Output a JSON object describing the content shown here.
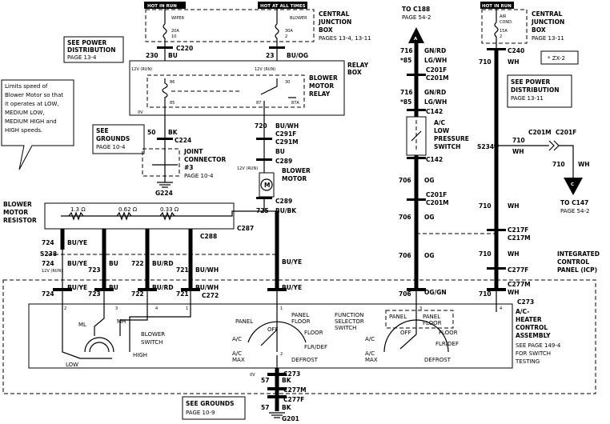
{
  "header": {
    "hot_in_run": "HOT IN RUN",
    "hot_at_all_times": "HOT AT ALL TIMES",
    "hot_in_run_right": "HOT IN RUN"
  },
  "cjb_left": {
    "title": [
      "CENTRAL",
      "JUNCTION",
      "BOX"
    ],
    "pages": "PAGES 13-4, 13-11",
    "fuse_wiper": [
      "WIPER",
      "20A",
      "10"
    ],
    "fuse_blower": [
      "BLOWER",
      "30A",
      "2"
    ]
  },
  "cjb_right": {
    "title": [
      "CENTRAL",
      "JUNCTION",
      "BOX"
    ],
    "pages": "PAGE 13-11",
    "fuse": [
      "AIR",
      "COND.",
      "15A",
      "2"
    ]
  },
  "notes": {
    "see_power_left": [
      "SEE POWER",
      "DISTRIBUTION"
    ],
    "see_power_left_page": "PAGE 13-4",
    "see_power_right": [
      "SEE POWER",
      "DISTRIBUTION"
    ],
    "see_power_right_page": "PAGE 13-11",
    "see_grounds_top": [
      "SEE",
      "GROUNDS"
    ],
    "see_grounds_top_page": "PAGE 10-4",
    "see_grounds_bottom": "SEE GROUNDS",
    "see_grounds_bottom_page": "PAGE 10-9",
    "zx2": "* ZX-2",
    "callout": [
      "Limits speed of",
      "Blower Motor so that",
      "it operates at LOW,",
      "MEDIUM LOW,",
      "MEDIUM HIGH and",
      "HIGH speeds."
    ]
  },
  "relay": {
    "label": [
      "RELAY",
      "BOX"
    ],
    "motor_relay": [
      "BLOWER",
      "MOTOR",
      "RELAY"
    ],
    "pins": [
      "86",
      "85",
      "30",
      "87",
      "87A"
    ],
    "v12": "12V (RUN)",
    "v0": "0V"
  },
  "joint_connector": {
    "label": [
      "JOINT",
      "CONNECTOR",
      "#3"
    ],
    "page": "PAGE 10-4",
    "ground": "G224"
  },
  "blower_motor": {
    "label": [
      "BLOWER",
      "MOTOR"
    ],
    "symbol": "M",
    "v12": "12V (RUN)"
  },
  "resistor": {
    "label": [
      "BLOWER",
      "MOTOR",
      "RESISTOR"
    ],
    "values": [
      "1.3 Ω",
      "0.62 Ω",
      "0.33 Ω"
    ]
  },
  "connectors": {
    "c220": "C220",
    "c240": "C240",
    "c224": "C224",
    "c291f": "C291F",
    "c291m": "C291M",
    "c289a": "C289",
    "c289b": "C289",
    "c287": "C287",
    "c288": "C288",
    "c272": "C272",
    "c273a": "C273",
    "c273b": "C273",
    "c277m_bottom": "C277M",
    "c277f_bottom": "C277F",
    "s238": "S238",
    "s234": "S234",
    "g201": "G201",
    "c201f_a": "C201F",
    "c201m_a": "C201M",
    "c142a": "C142",
    "c142b": "C142",
    "c201f_b": "C201F",
    "c201m_b": "C201M",
    "c217f": "C217F",
    "c217m": "C217M",
    "c277f": "C277F",
    "c277m": "C277M",
    "c201m_s": "C201M",
    "c201f_s": "C201F"
  },
  "wires": {
    "w230": "230",
    "bu": "BU",
    "w23": "23",
    "buog": "BU/OG",
    "w50": "50",
    "bk": "BK",
    "w720": "720",
    "buwh": "BU/WH",
    "bu2": "BU",
    "w725": "725",
    "bubk": "BU/BK",
    "w724": "724",
    "buye": "BU/YE",
    "w723": "723",
    "bu_r": "BU",
    "w722": "722",
    "burd": "BU/RD",
    "w721": "721",
    "buwh2": "BU/WH",
    "w716a": "716",
    "gnrd": "GN/RD",
    "star85a": "*85",
    "lgwh": "LG/WH",
    "w716b": "716",
    "gnrd2": "GN/RD",
    "star85b": "*85",
    "lgwh2": "LG/WH",
    "w706": "706",
    "og": "OG",
    "ogsn": "OG/GN",
    "w710": "710",
    "wh": "WH",
    "w57": "57",
    "v12run": "12V (RUN)",
    "v0": "0V"
  },
  "ac_switch": {
    "label": [
      "A/C",
      "LOW",
      "PRESSURE",
      "SWITCH"
    ]
  },
  "refs": {
    "to_c188": "TO C188",
    "to_c188_page": "PAGE 54-2",
    "arrow_a": "A",
    "to_c147": "TO C147",
    "to_c147_page": "PAGE 54-2",
    "arrow_c": "C"
  },
  "icp": {
    "label": [
      "INTEGRATED",
      "CONTROL",
      "PANEL (ICP)"
    ]
  },
  "hcca": {
    "label": [
      "A/C-",
      "HEATER",
      "CONTROL",
      "ASSEMBLY"
    ],
    "page": [
      "SEE PAGE 149-4",
      "FOR SWITCH",
      "TESTING"
    ],
    "blower_switch": [
      "BLOWER",
      "SWITCH"
    ],
    "ml": "ML",
    "mh": "MH",
    "high": "HIGH",
    "low": "LOW",
    "function_switch": [
      "FUNCTION",
      "SELECTOR",
      "SWITCH"
    ],
    "panel": "PANEL",
    "panel_floor": [
      "PANEL",
      "FLOOR"
    ],
    "off": "OFF",
    "floor": "FLOOR",
    "flrdef": "FLR/DEF",
    "ac": "A/C",
    "acmax": [
      "A/C",
      "MAX"
    ],
    "defrost": "DEFROST",
    "pins": [
      "2",
      "3",
      "4",
      "1",
      "1",
      "2",
      "3",
      "4"
    ]
  }
}
